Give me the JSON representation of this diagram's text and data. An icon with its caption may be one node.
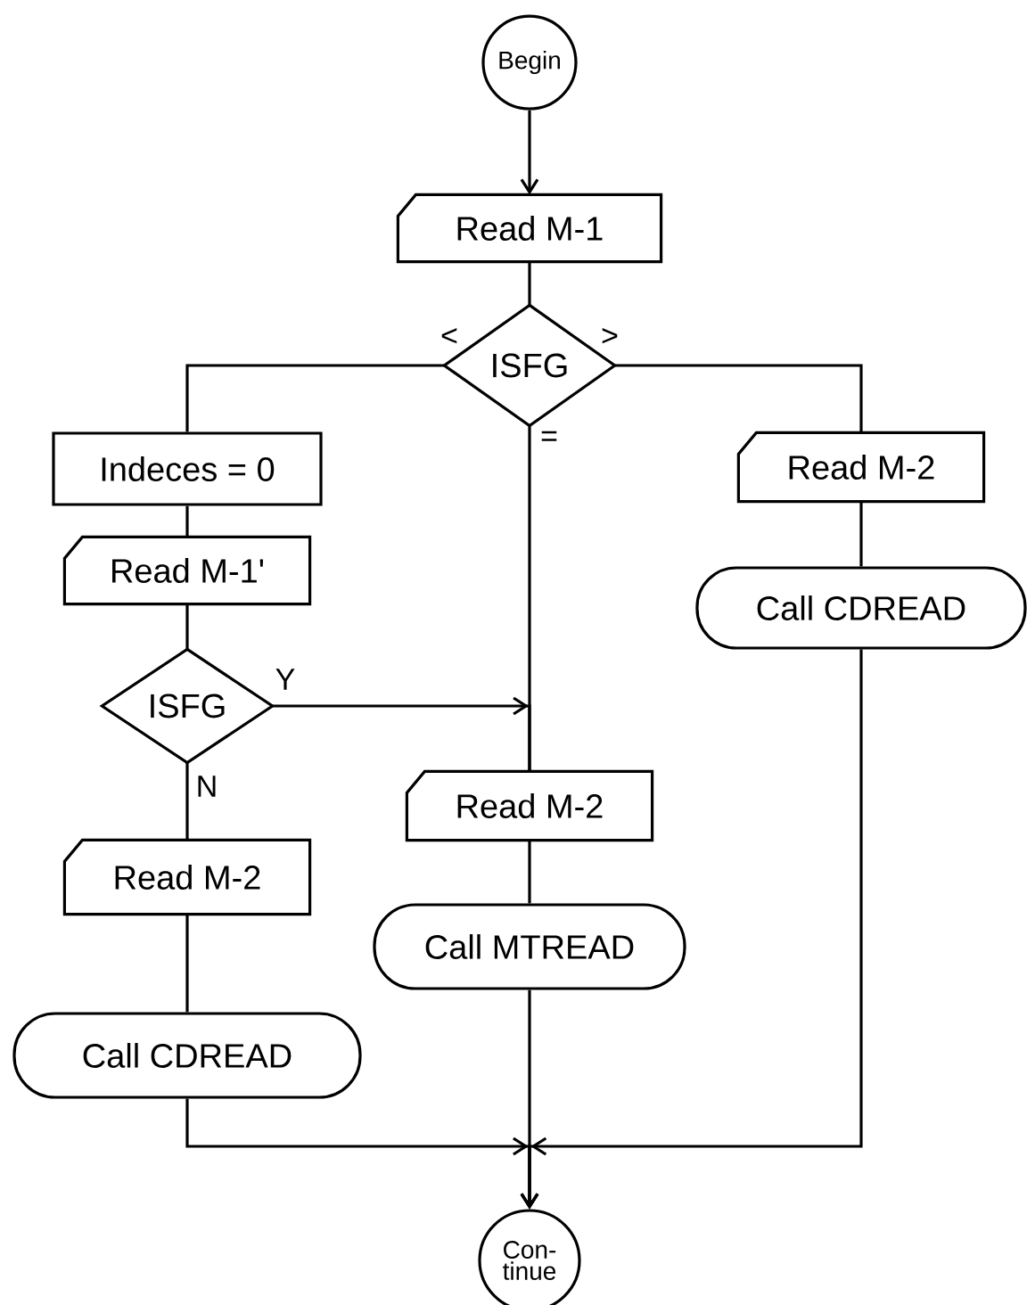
{
  "diagram": {
    "nodes": [
      {
        "text": [
          "Begin"
        ]
      },
      {
        "text": [
          "Read M-1"
        ]
      },
      {
        "text": [
          "ISFG"
        ]
      },
      {
        "text": [
          "Indeces = 0"
        ]
      },
      {
        "text": [
          "Read M-1'"
        ]
      },
      {
        "text": [
          "ISFG"
        ]
      },
      {
        "text": [
          "Read M-2"
        ]
      },
      {
        "text": [
          "Call CDREAD"
        ]
      },
      {
        "text": [
          "Read M-2"
        ]
      },
      {
        "text": [
          "Call MTREAD"
        ]
      },
      {
        "text": [
          "Read M-2"
        ]
      },
      {
        "text": [
          "Call CDREAD"
        ]
      },
      {
        "text": [
          "Con- tinue"
        ]
      }
    ],
    "edges": [
      {
        "from": 0,
        "to": 1,
        "arrow": "to"
      },
      {
        "from": 1,
        "to": 2,
        "arrow": "none"
      },
      {
        "from": 2,
        "to": 3,
        "arrow": "none",
        "label": "<"
      },
      {
        "from": 2,
        "to": 8,
        "arrow": "none",
        "label": "="
      },
      {
        "from": 2,
        "to": 10,
        "arrow": "none",
        "label": ">"
      },
      {
        "from": 3,
        "to": 4,
        "arrow": "none"
      },
      {
        "from": 4,
        "to": 5,
        "arrow": "none"
      },
      {
        "from": 5,
        "to": 8,
        "arrow": "to",
        "label": "Y"
      },
      {
        "from": 5,
        "to": 6,
        "arrow": "none",
        "label": "N"
      },
      {
        "from": 6,
        "to": 7,
        "arrow": "none"
      },
      {
        "from": 8,
        "to": 9,
        "arrow": "none"
      },
      {
        "from": 10,
        "to": 11,
        "arrow": "none"
      },
      {
        "from": 7,
        "to": 12,
        "arrow": "to"
      },
      {
        "from": 9,
        "to": 12,
        "arrow": "to"
      },
      {
        "from": 11,
        "to": 12,
        "arrow": "to"
      }
    ]
  }
}
